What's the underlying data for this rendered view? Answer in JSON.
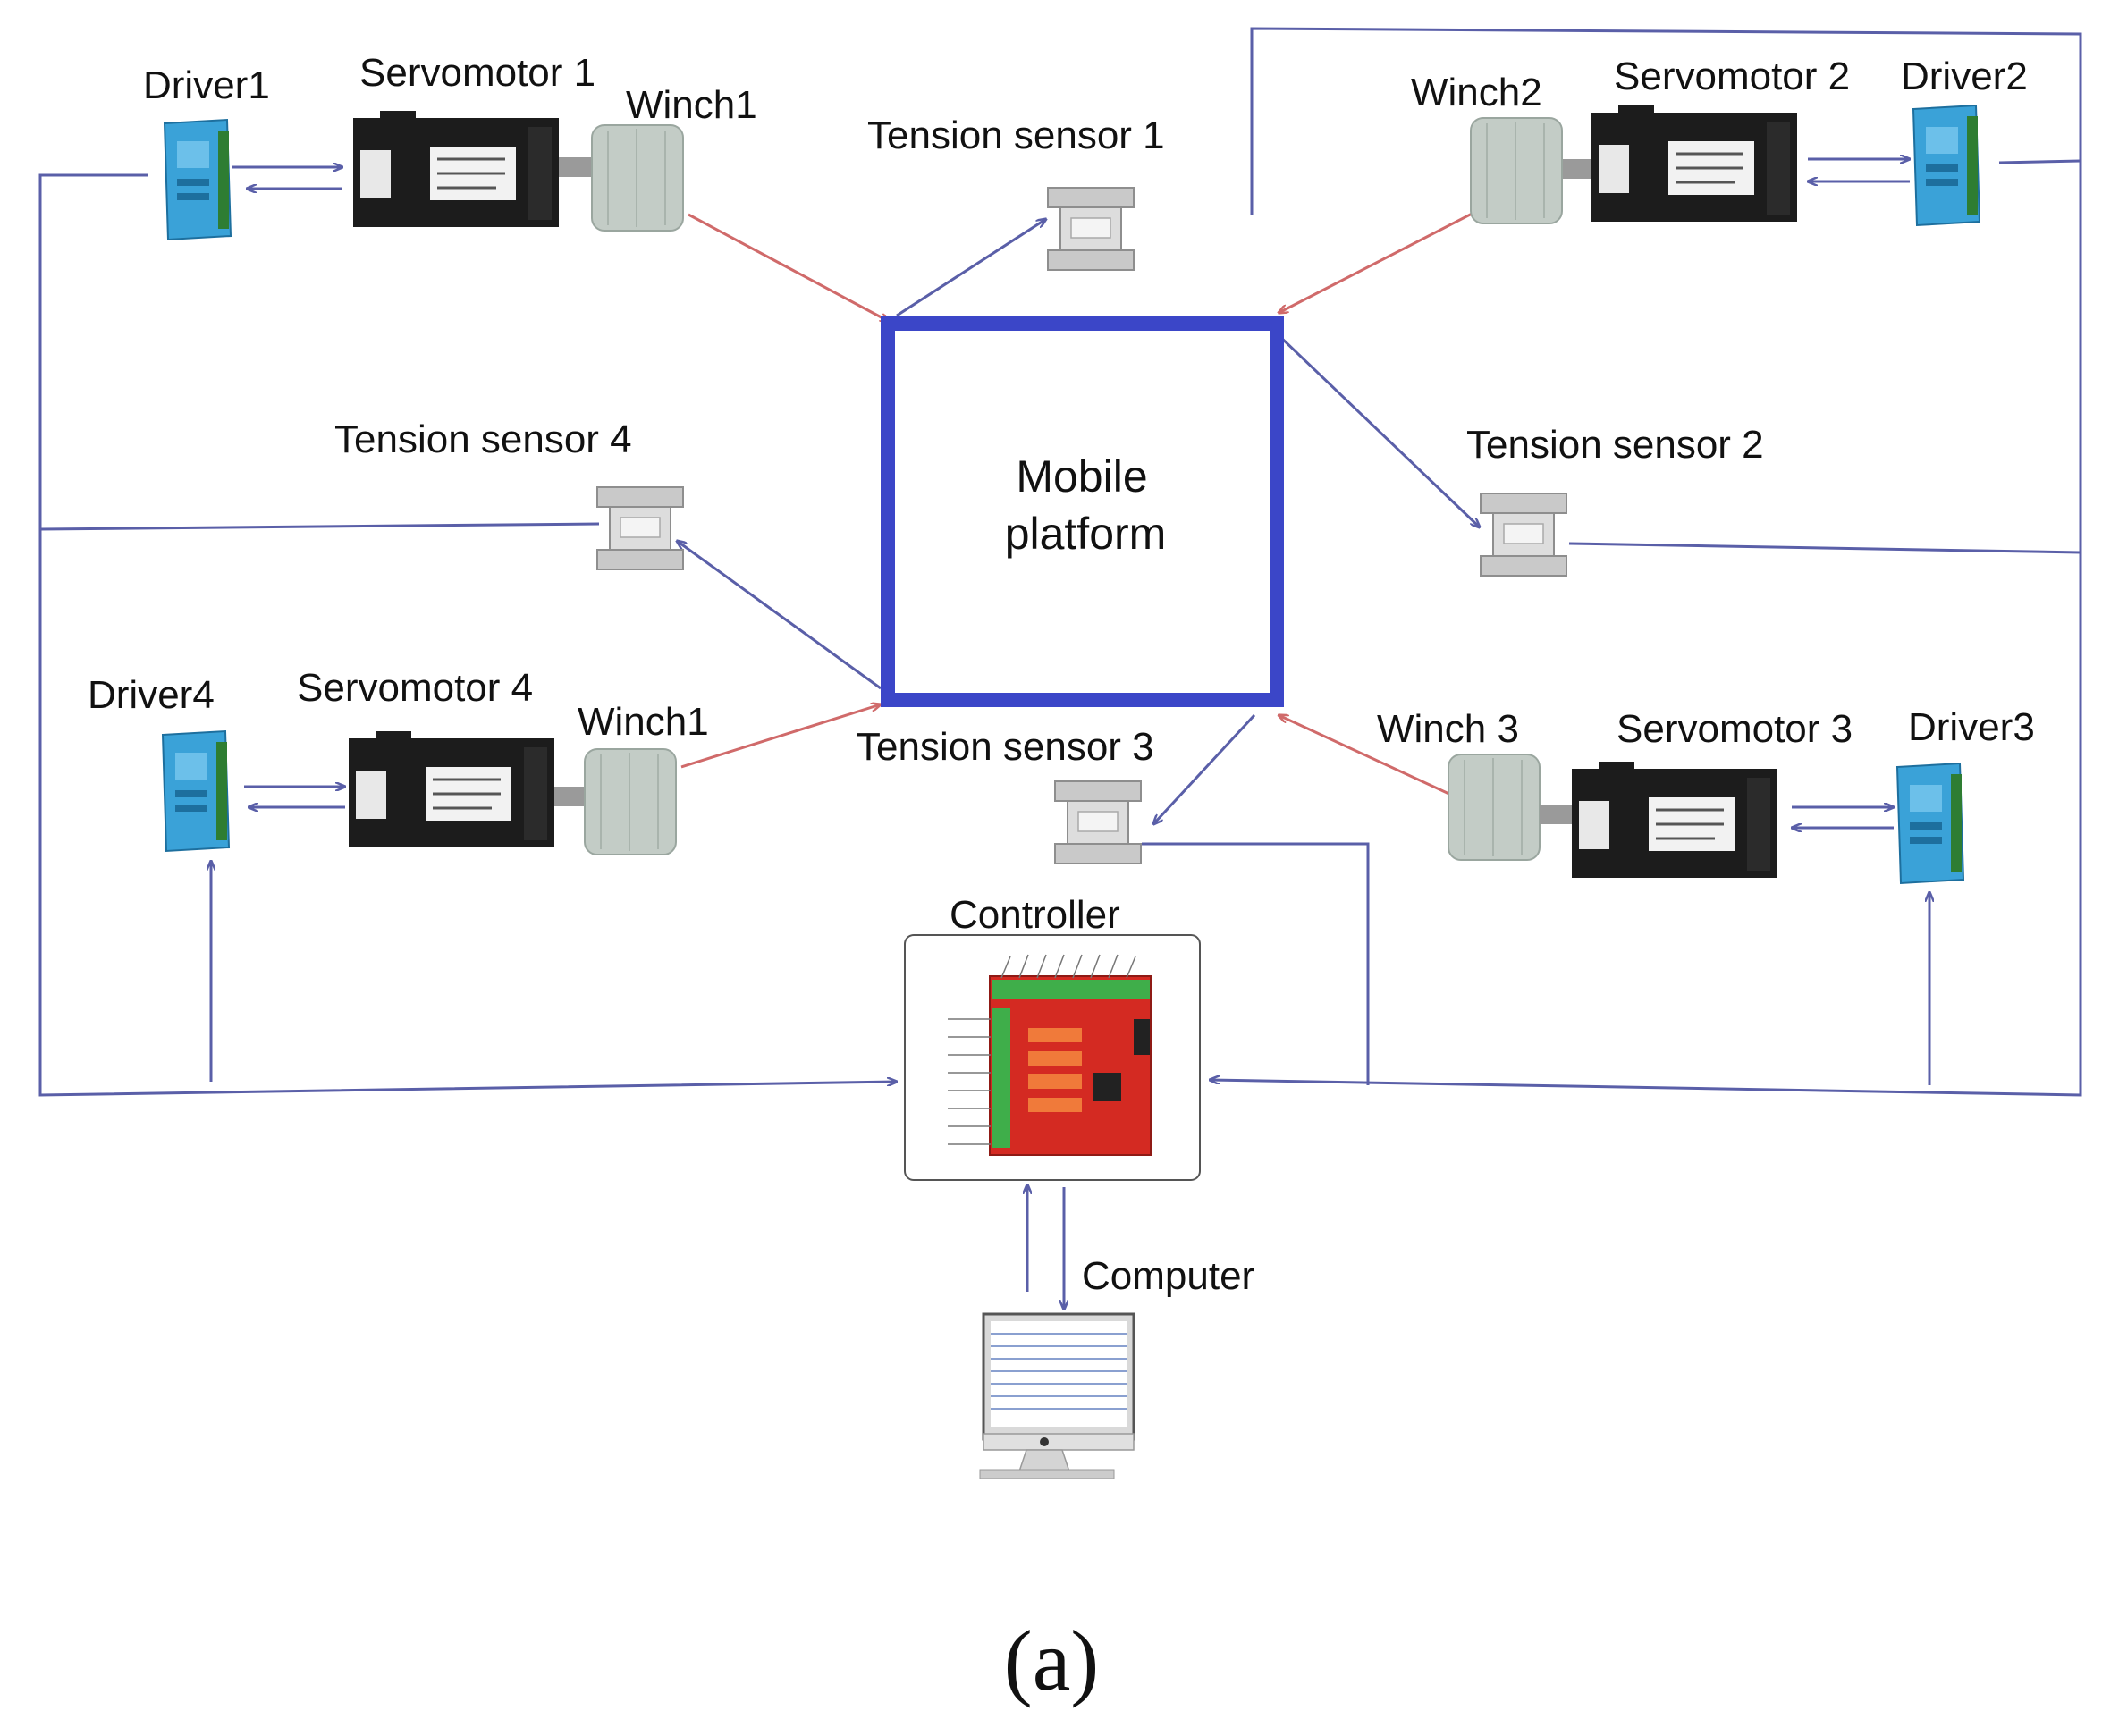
{
  "platform": {
    "label_line1": "Mobile",
    "label_line2": "platform"
  },
  "drivers": [
    "Driver1",
    "Driver2",
    "Driver3",
    "Driver4"
  ],
  "servomotors": [
    "Servomotor 1",
    "Servomotor 2",
    "Servomotor 3",
    "Servomotor 4"
  ],
  "winches": {
    "w1": "Winch1",
    "w2": "Winch2",
    "w3": "Winch 3",
    "w4": "Winch1"
  },
  "tension_sensors": [
    "Tension sensor 1",
    "Tension sensor 2",
    "Tension sensor 3",
    "Tension sensor 4"
  ],
  "controller": {
    "label": "Controller"
  },
  "computer": {
    "label": "Computer"
  },
  "caption": "(a)",
  "colors": {
    "wire": "#5a5fa8",
    "cable": "#d06a6a",
    "platform_border": "#3b46c8",
    "driver_body": "#3aa2d8",
    "motor_body": "#1c1c1c",
    "winch_drum": "#c3ccc6",
    "board": "#d42a22"
  }
}
